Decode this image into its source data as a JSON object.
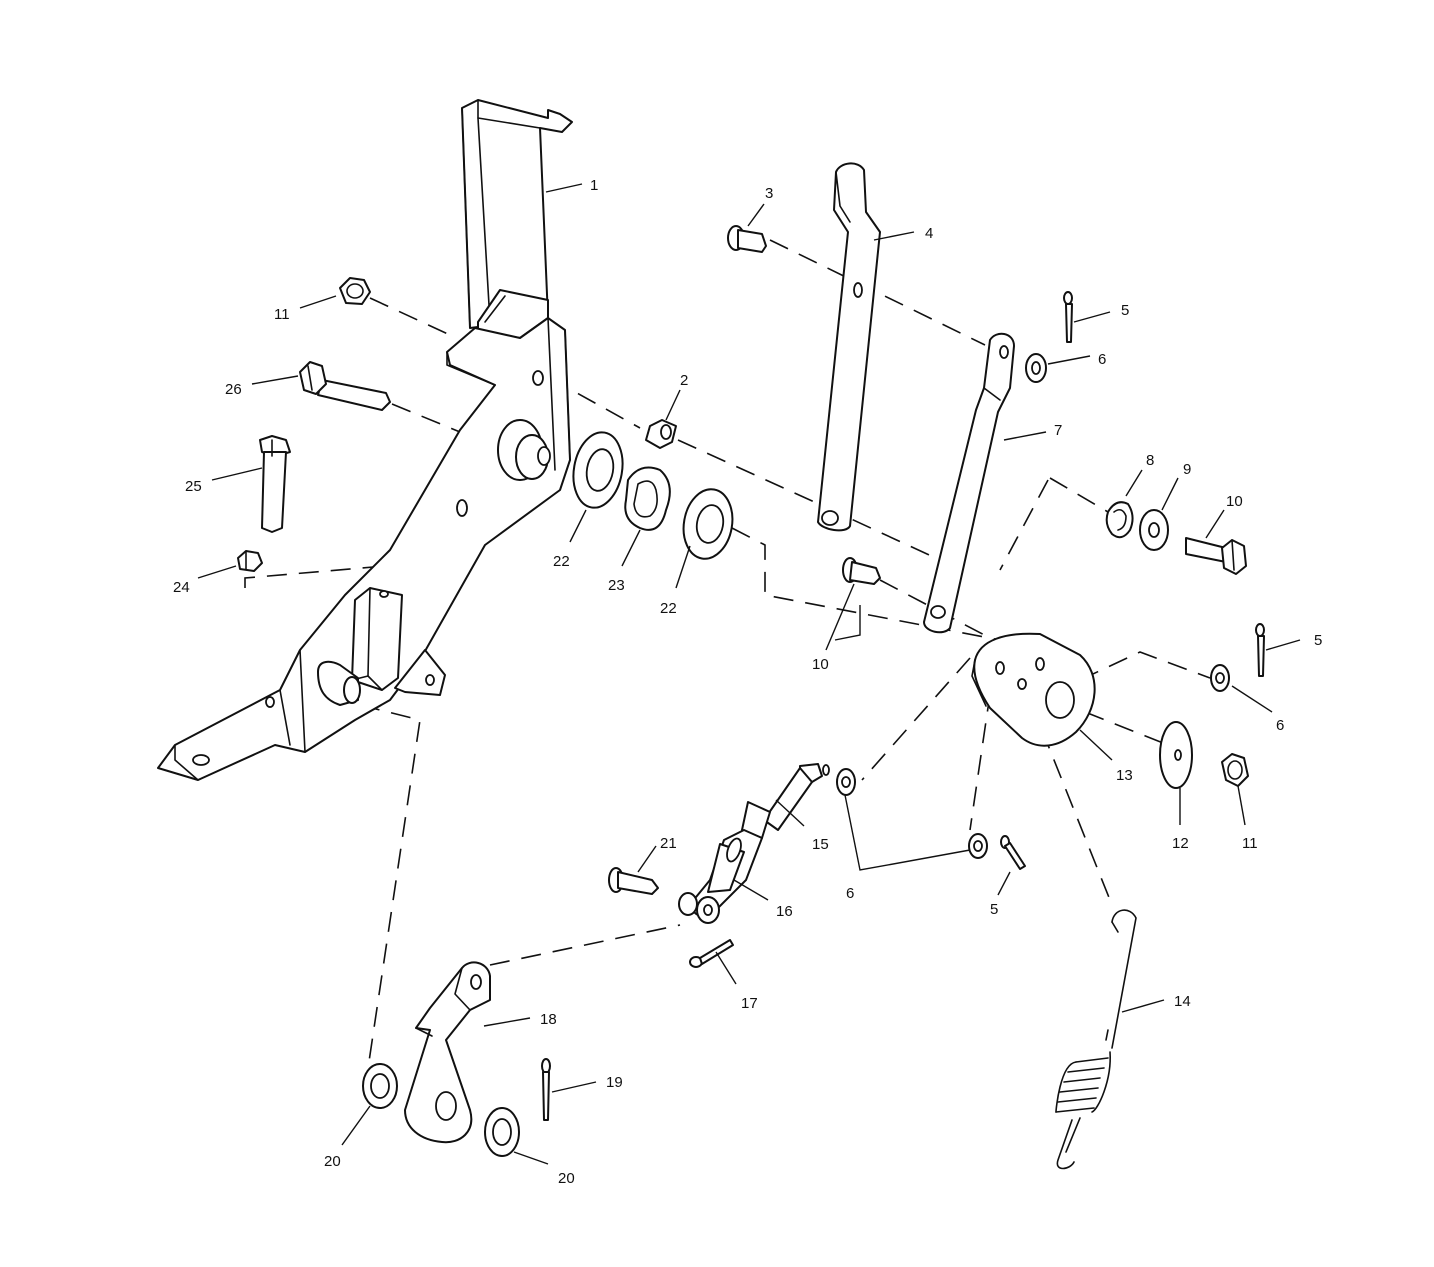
{
  "diagram": {
    "callouts": [
      "1",
      "2",
      "3",
      "4",
      "5",
      "5",
      "5",
      "6",
      "6",
      "6",
      "7",
      "8",
      "9",
      "10",
      "10",
      "11",
      "11",
      "12",
      "13",
      "14",
      "15",
      "16",
      "17",
      "18",
      "19",
      "20",
      "20",
      "21",
      "22",
      "22",
      "23",
      "24",
      "25",
      "26"
    ]
  }
}
